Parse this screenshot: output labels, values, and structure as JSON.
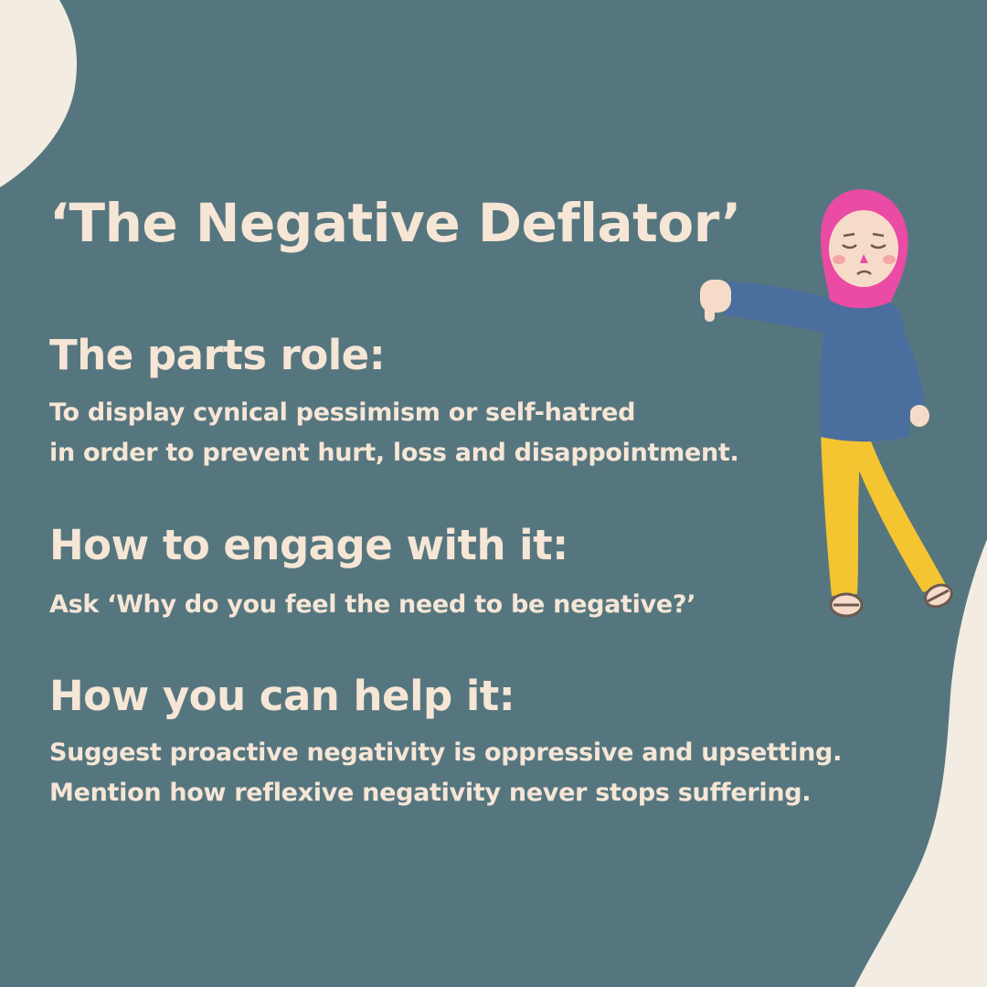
{
  "colors": {
    "background_teal": "#56767f",
    "cream_blob": "#f3ece2",
    "text": "#f6e6d6",
    "hijab_pink": "#ea4ba4",
    "sweater_blue": "#4a6f9f",
    "pants_yellow": "#f5c531",
    "skin": "#f6dcc8"
  },
  "title": "‘The Negative Deflator’",
  "sections": [
    {
      "heading": "The parts role:",
      "lines": [
        "To display cynical pessimism or self-hatred",
        "in order to prevent hurt, loss and disappointment."
      ]
    },
    {
      "heading": "How to engage with it:",
      "lines": [
        "Ask ‘Why do you feel the need to be negative?’"
      ]
    },
    {
      "heading": "How you can help it:",
      "lines": [
        "Suggest proactive negativity is oppressive and upsetting.",
        "Mention how reflexive negativity never stops suffering."
      ]
    }
  ],
  "illustration": {
    "icon": "thumbs-down-woman-illustration"
  }
}
